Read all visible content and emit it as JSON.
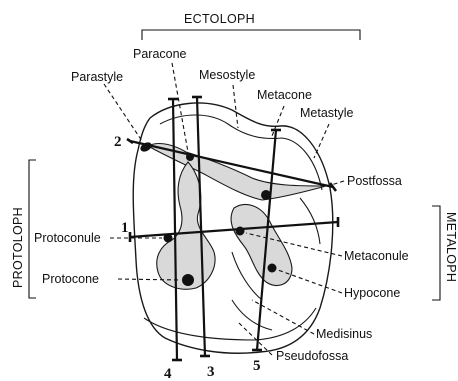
{
  "groups": {
    "ectoloph": "ECTOLOPH",
    "protoloph": "PROTOLOPH",
    "metaloph": "METALOPH"
  },
  "labels": {
    "paracone": "Paracone",
    "parastyle": "Parastyle",
    "mesostyle": "Mesostyle",
    "metacone": "Metacone",
    "metastyle": "Metastyle",
    "postfossa": "Postfossa",
    "protoconule": "Protoconule",
    "protocone": "Protocone",
    "metaconule": "Metaconule",
    "hypocone": "Hypocone",
    "medisinus": "Medisinus",
    "pseudofossa": "Pseudofossa"
  },
  "line_numbers": {
    "n1": "1",
    "n2": "2",
    "n3": "3",
    "n4": "4",
    "n5": "5"
  }
}
